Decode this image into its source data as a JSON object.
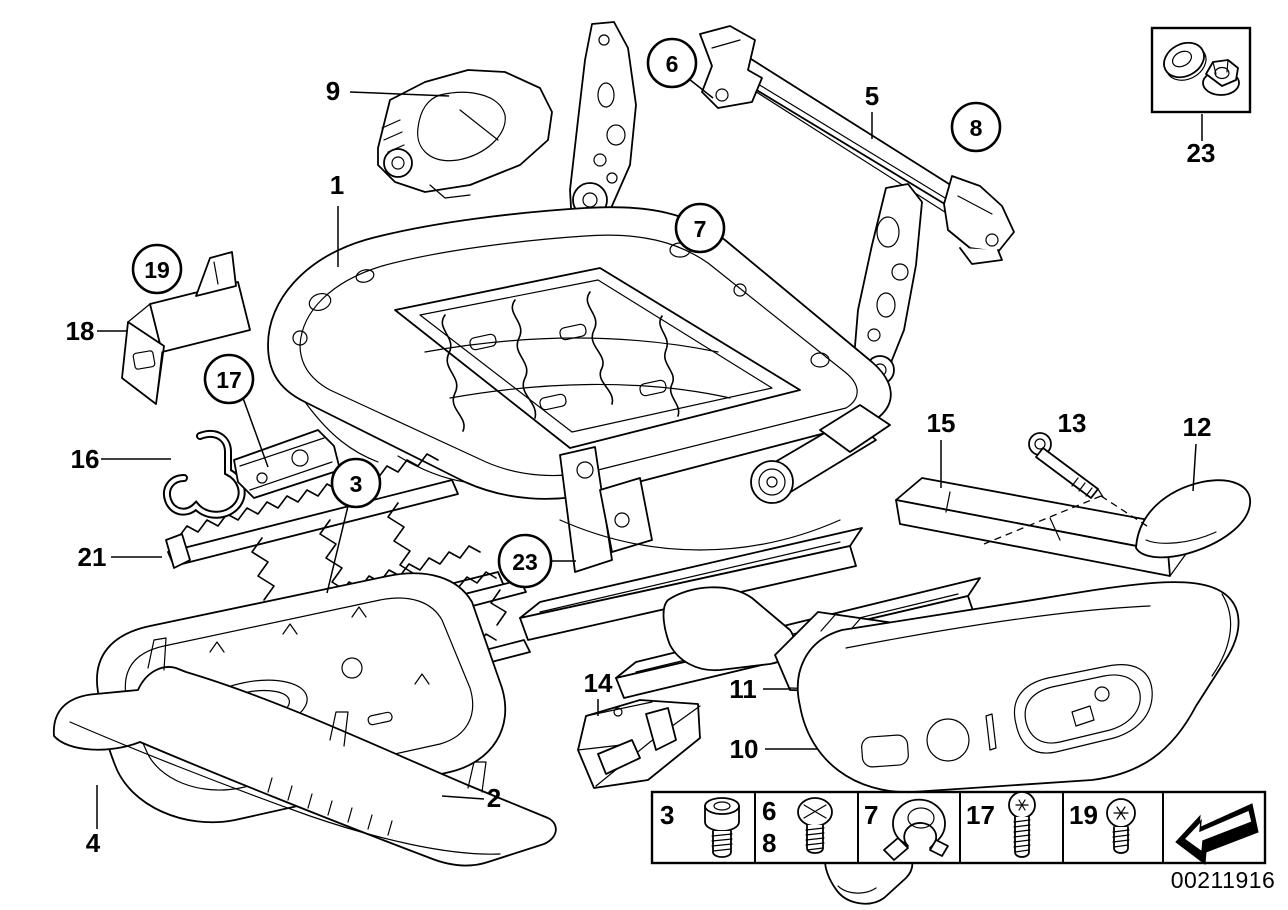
{
  "figure": {
    "doc_number": "00211916",
    "description_icons": [
      "washer",
      "flange-nut"
    ]
  },
  "callouts": {
    "c1": {
      "label": "1"
    },
    "c2": {
      "label": "2"
    },
    "c3": {
      "label": "3"
    },
    "c4": {
      "label": "4"
    },
    "c5": {
      "label": "5"
    },
    "c6": {
      "label": "6"
    },
    "c7": {
      "label": "7"
    },
    "c8": {
      "label": "8"
    },
    "c9": {
      "label": "9"
    },
    "c10": {
      "label": "10"
    },
    "c11": {
      "label": "11"
    },
    "c12": {
      "label": "12"
    },
    "c13": {
      "label": "13"
    },
    "c14": {
      "label": "14"
    },
    "c15": {
      "label": "15"
    },
    "c16": {
      "label": "16"
    },
    "c17": {
      "label": "17"
    },
    "c18": {
      "label": "18"
    },
    "c19": {
      "label": "19"
    },
    "c21": {
      "label": "21"
    },
    "c23_mid": {
      "label": "23"
    },
    "c23_box": {
      "label": "23"
    }
  },
  "legend": {
    "cells": [
      {
        "labels": [
          "3"
        ],
        "icon": "socket-head-cap-screw"
      },
      {
        "labels": [
          "6",
          "8"
        ],
        "icon": "pan-head-screw"
      },
      {
        "labels": [
          "7"
        ],
        "icon": "spring-band-clamp"
      },
      {
        "labels": [
          "17"
        ],
        "icon": "torx-screw-long"
      },
      {
        "labels": [
          "19"
        ],
        "icon": "torx-screw-short"
      }
    ],
    "direction_icon": "corner-arrow"
  },
  "hardware_box": {
    "label": "23",
    "icons": [
      "washer",
      "flange-nut"
    ]
  }
}
